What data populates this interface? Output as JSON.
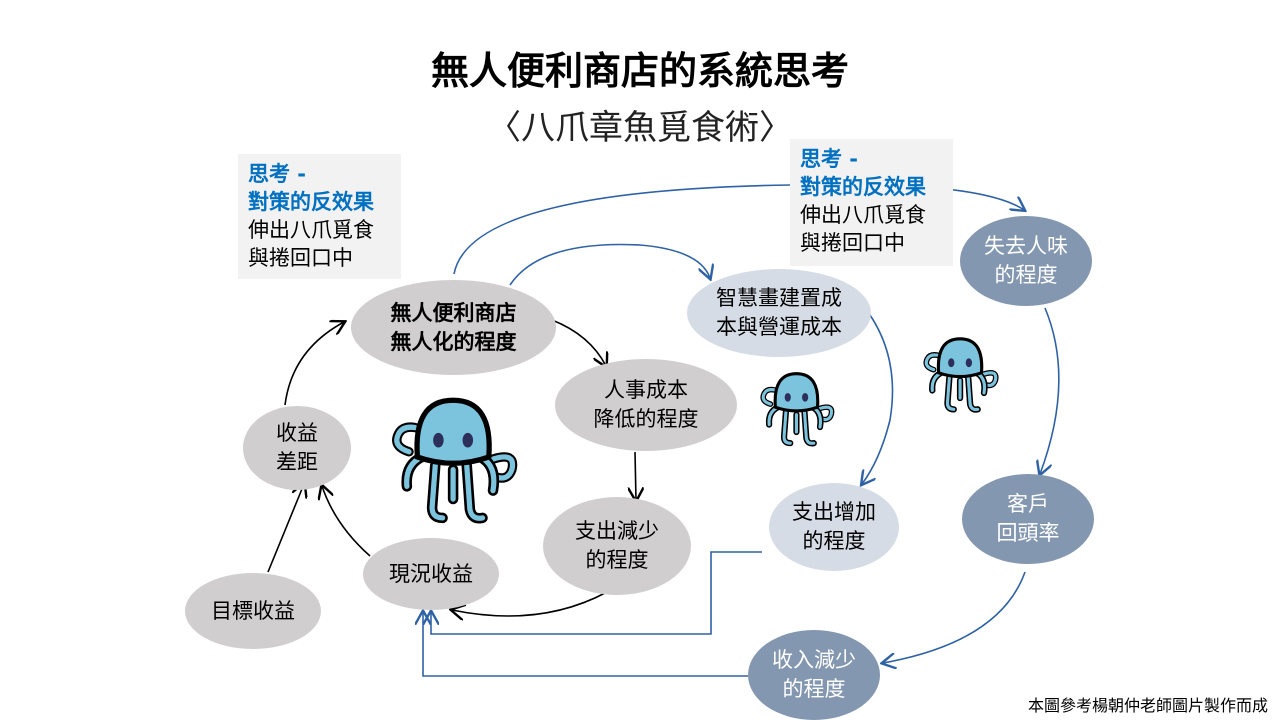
{
  "title": "無人便利商店的系統思考",
  "subtitle": "〈八爪章魚覓食術〉",
  "notes": [
    {
      "heading1": "思考 -",
      "heading2": "對策的反效果",
      "line1": "伸出八爪覓食",
      "line2": "與捲回口中"
    },
    {
      "heading1": "思考 -",
      "heading2": "對策的反效果",
      "line1": "伸出八爪覓食",
      "line2": "與捲回口中"
    }
  ],
  "nodes": {
    "unmanned": [
      "無人便利商店",
      "無人化的程度"
    ],
    "labor_cost": [
      "人事成本",
      "降低的程度"
    ],
    "expense_down": [
      "支出減少",
      "的程度"
    ],
    "current_revenue": "現況收益",
    "target_revenue": "目標收益",
    "revenue_gap": [
      "收益",
      "差距"
    ],
    "smart_cost": [
      "智慧畫建置成",
      "本與營運成本"
    ],
    "expense_up": [
      "支出增加",
      "的程度"
    ],
    "lose_human": [
      "失去人味",
      "的程度"
    ],
    "return_rate": [
      "客戶",
      "回頭率"
    ],
    "income_down": [
      "收入減少",
      "的程度"
    ]
  },
  "credit": "本圖參考楊朝仲老師圖片製作而成",
  "colors": {
    "grey": "#d0cece",
    "light_blue": "#d6dce5",
    "slate": "#8497b0",
    "accent": "#0070c0",
    "arrow_blue": "#2e62a4"
  }
}
